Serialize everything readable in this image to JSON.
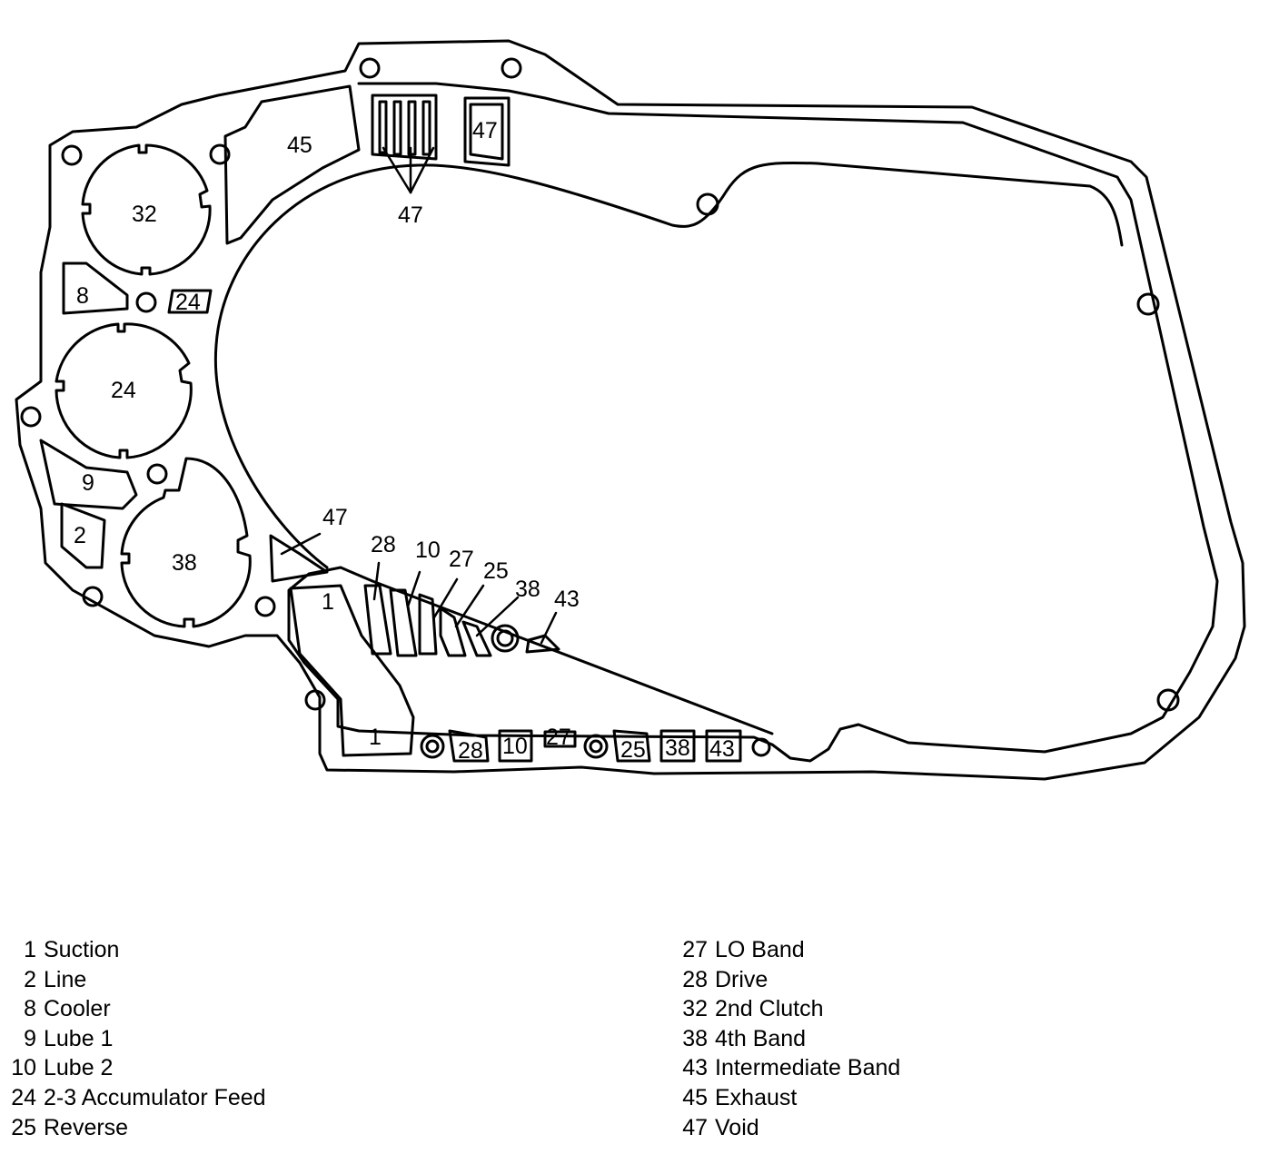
{
  "diagram": {
    "callouts": [
      "45",
      "47",
      "32",
      "8",
      "24",
      "24",
      "9",
      "2",
      "38",
      "47",
      "1",
      "1",
      "28",
      "10",
      "27",
      "25",
      "38",
      "43",
      "28",
      "10",
      "27",
      "25",
      "38",
      "43",
      "47"
    ]
  },
  "legend": {
    "left": [
      {
        "num": "1",
        "label": "Suction"
      },
      {
        "num": "2",
        "label": "Line"
      },
      {
        "num": "8",
        "label": "Cooler"
      },
      {
        "num": "9",
        "label": "Lube 1"
      },
      {
        "num": "10",
        "label": "Lube 2"
      },
      {
        "num": "24",
        "label": "2-3 Accumulator Feed"
      },
      {
        "num": "25",
        "label": "Reverse"
      }
    ],
    "right": [
      {
        "num": "27",
        "label": "LO Band"
      },
      {
        "num": "28",
        "label": "Drive"
      },
      {
        "num": "32",
        "label": "2nd Clutch"
      },
      {
        "num": "38",
        "label": "4th Band"
      },
      {
        "num": "43",
        "label": "Intermediate Band"
      },
      {
        "num": "45",
        "label": "Exhaust"
      },
      {
        "num": "47",
        "label": "Void"
      }
    ]
  }
}
